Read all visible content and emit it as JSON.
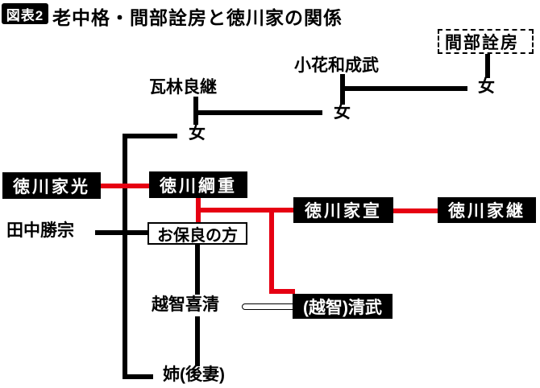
{
  "figure": {
    "badge": "図表2",
    "title": "老中格・間部詮房と徳川家の関係"
  },
  "nodes": {
    "manabe_akifusa": "間部詮房",
    "kobanawa_naritake": "小花和成武",
    "kawarabayashi_yoshitsugu": "瓦林良継",
    "daughter_wife_of_manabe": "女",
    "daughter_of_kobanawa": "女",
    "daughter_of_kawarabayashi": "女",
    "tokugawa_iemitsu": "徳川家光",
    "tokugawa_tsunashige": "徳川綱重",
    "tanaka_katsumune": "田中勝宗",
    "ohora_no_kata": "お保良の方",
    "tokugawa_ienobu": "徳川家宣",
    "tokugawa_ietsugu": "徳川家継",
    "ochi_yoshikiyo": "越智喜清",
    "ochi_kiyotake": "(越智)清武",
    "ane_gosai": "姉(後妻)"
  },
  "colors": {
    "relation_red": "#e60012",
    "line_black": "#000000",
    "box_black_bg": "#000000",
    "box_text_white": "#ffffff"
  }
}
